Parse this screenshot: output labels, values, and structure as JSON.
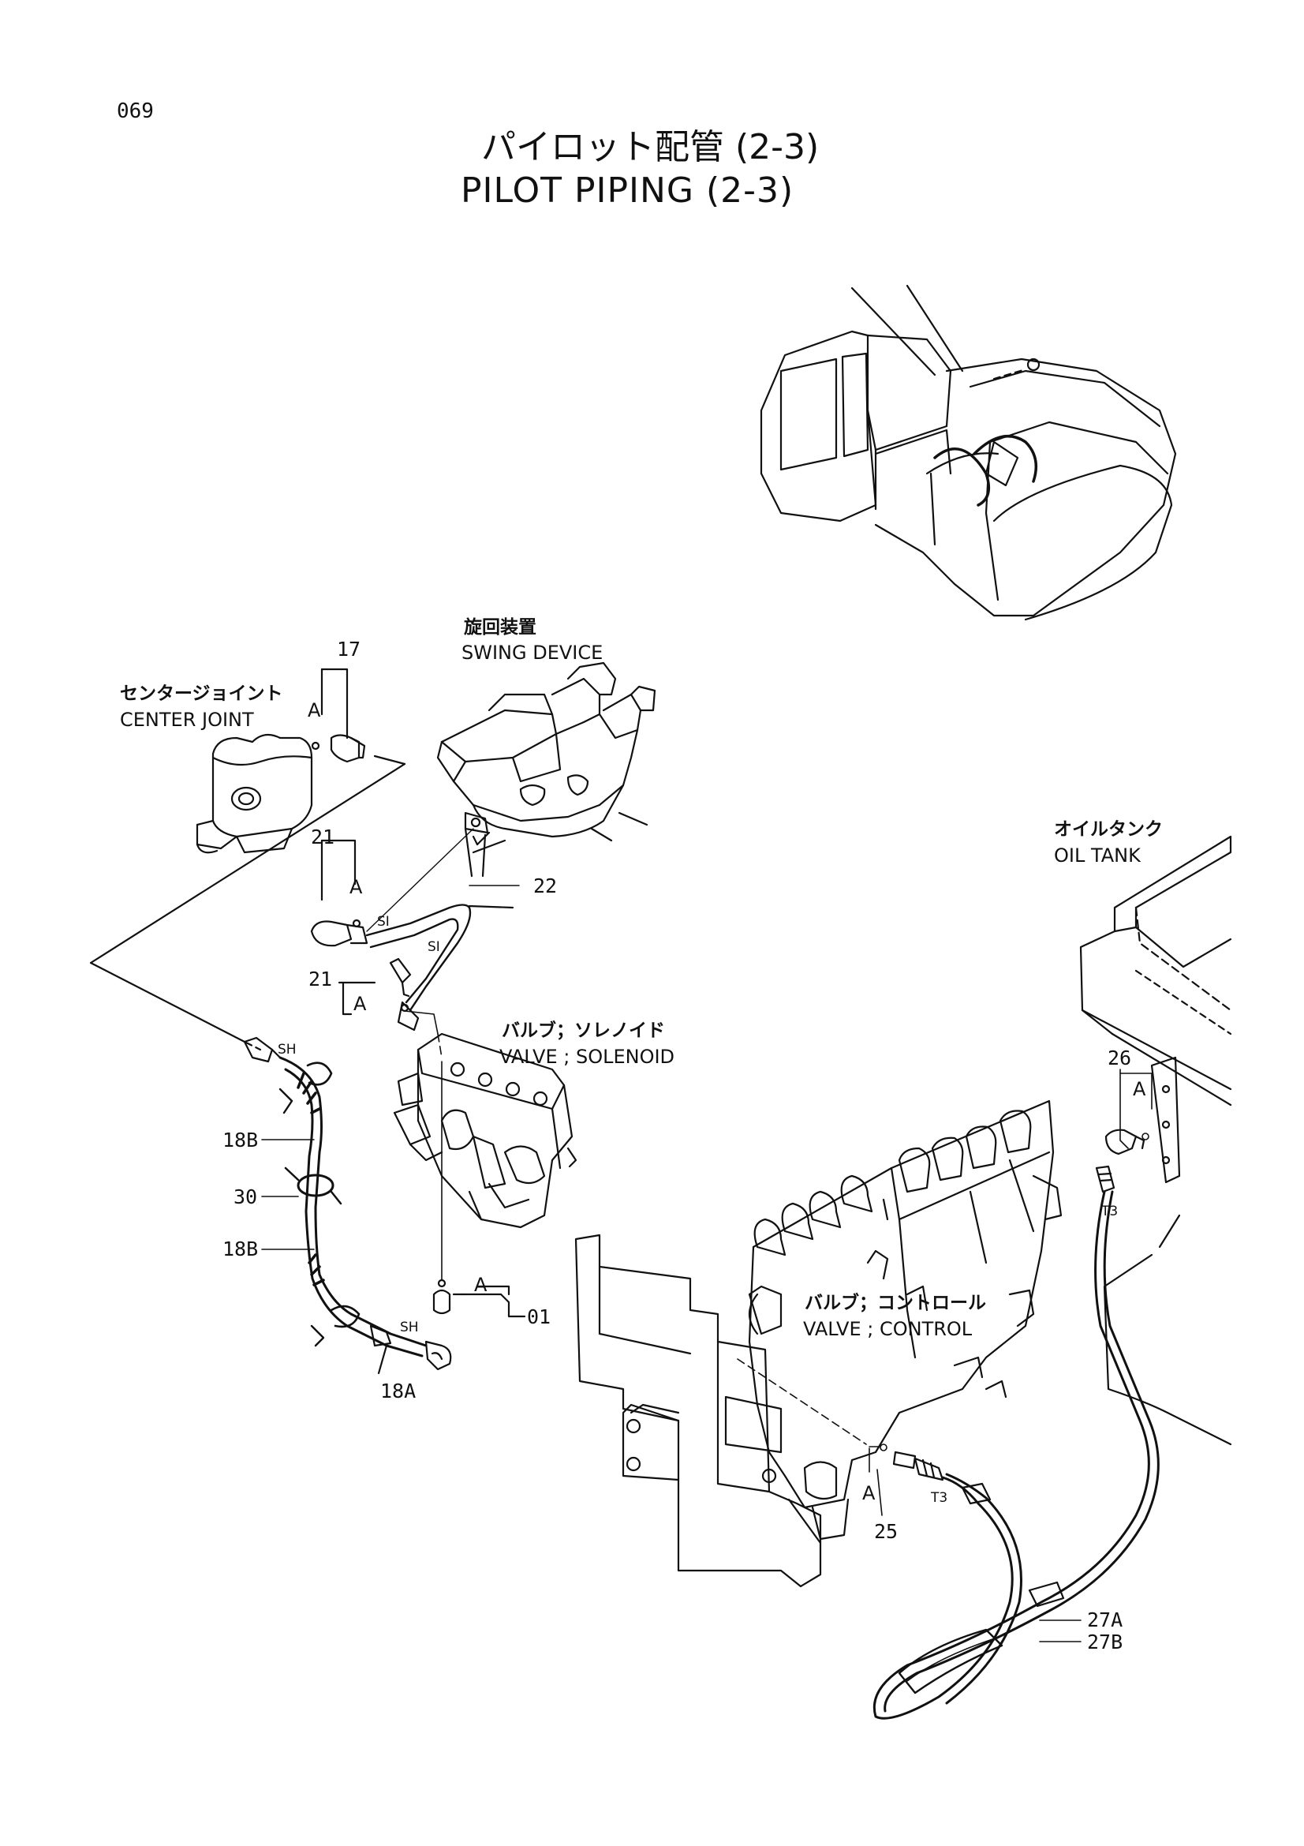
{
  "header": {
    "page_number": "069",
    "title_jp": "パイロット配管 (2-3)",
    "title_en": "PILOT PIPING (2-3)"
  },
  "components": {
    "center_joint_jp": "センタージョイント",
    "center_joint_en": "CENTER JOINT",
    "swing_device_jp": "旋回装置",
    "swing_device_en": "SWING DEVICE",
    "oil_tank_jp": "オイルタンク",
    "oil_tank_en": "OIL TANK",
    "solenoid_valve_jp": "バルブ；ソレノイド",
    "solenoid_valve_en": "VALVE ; SOLENOID",
    "control_valve_jp": "バルブ；コントロール",
    "control_valve_en": "VALVE ; CONTROL"
  },
  "callouts": {
    "c17": "17",
    "c21a": "21",
    "c21b": "21",
    "c22": "22",
    "c18b_top": "18B",
    "c30": "30",
    "c18b_bottom": "18B",
    "c18a": "18A",
    "c01": "01",
    "c26": "26",
    "c25": "25",
    "c27a": "27A",
    "c27b": "27B"
  },
  "markers": {
    "a1": "A",
    "a2": "A",
    "a3": "A",
    "a4": "A",
    "a5": "A",
    "a6": "A",
    "si1": "SI",
    "si2": "SI",
    "sh1": "SH",
    "sh2": "SH",
    "t3_1": "T3",
    "t3_2": "T3"
  }
}
